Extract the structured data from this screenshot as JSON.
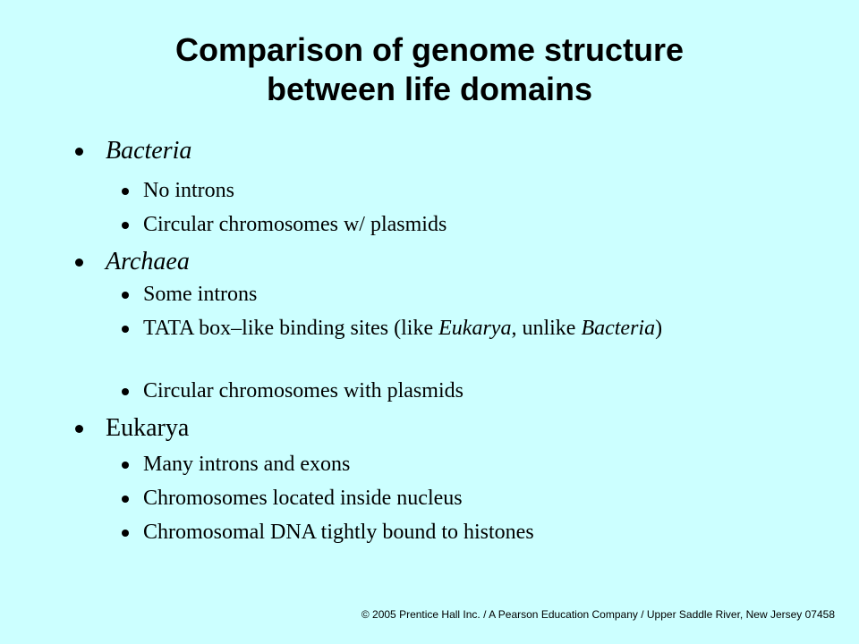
{
  "slide": {
    "title_line1": "Comparison of genome structure",
    "title_line2": "between life domains"
  },
  "sections": [
    {
      "heading": "Bacteria",
      "items": [
        "No introns",
        "Circular chromosomes w/ plasmids"
      ]
    },
    {
      "heading": "Archaea",
      "items": [
        "Some introns",
        {
          "parts": [
            "TATA box–like binding sites (like ",
            "Eukarya",
            ", unlike ",
            "Bacteria",
            ")"
          ]
        },
        "Circular chromosomes with plasmids"
      ]
    },
    {
      "heading": "Eukarya",
      "items": [
        "Many introns and exons",
        "Chromosomes located inside nucleus",
        "Chromosomal DNA tightly bound to histones"
      ]
    }
  ],
  "footer": "© 2005 Prentice Hall Inc. / A Pearson Education Company / Upper Saddle River, New Jersey 07458"
}
